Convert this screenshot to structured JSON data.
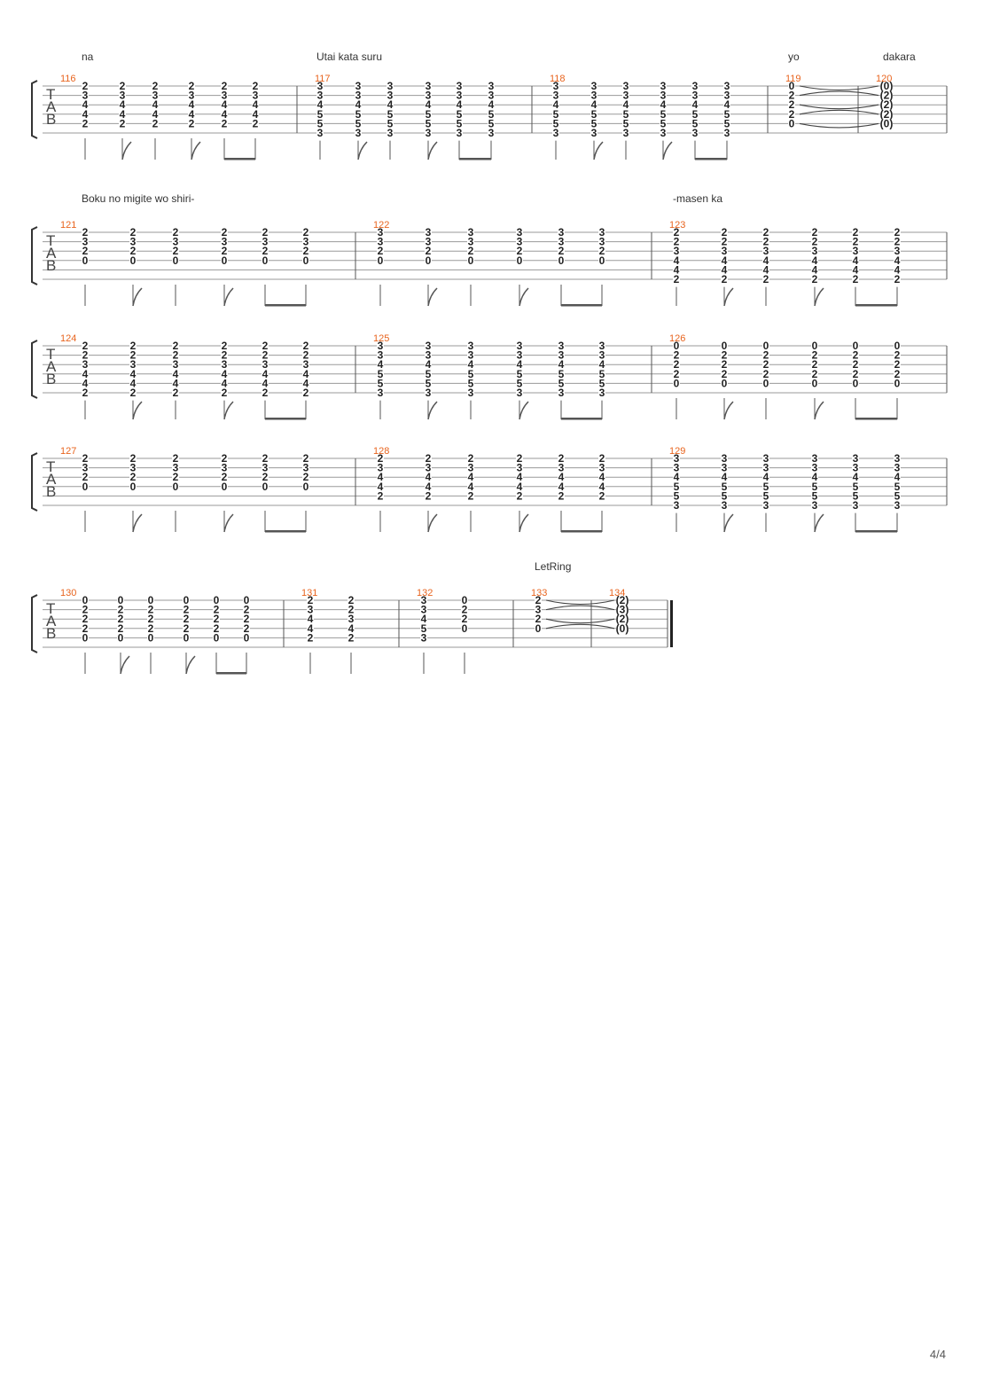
{
  "page": {
    "number": "4/4"
  },
  "clef_letters": [
    "T",
    "A",
    "B"
  ],
  "colors": {
    "measure_number": "#e8641e",
    "staff_line": "#9a9a9a",
    "fret": "#222222",
    "lyric": "#333333"
  },
  "systems": [
    {
      "lyrics": [
        {
          "text": "na",
          "at_measure": 0,
          "at_beat": 0
        },
        {
          "text": "Utai kata suru",
          "at_measure": 1,
          "at_beat": 0
        },
        {
          "text": "yo",
          "at_measure": 3,
          "at_beat": 0
        },
        {
          "text": "dakara",
          "at_measure": 4,
          "at_beat": 0
        }
      ],
      "measures": [
        {
          "number": "116",
          "beats": [
            [
              "2",
              "3",
              "4",
              "4",
              "2",
              ""
            ],
            [
              "2",
              "3",
              "4",
              "4",
              "2",
              ""
            ],
            [
              "2",
              "3",
              "4",
              "4",
              "2",
              ""
            ],
            [
              "2",
              "3",
              "4",
              "4",
              "2",
              ""
            ],
            [
              "2",
              "3",
              "4",
              "4",
              "2",
              ""
            ],
            [
              "2",
              "3",
              "4",
              "4",
              "2",
              ""
            ]
          ],
          "rhythm": "std"
        },
        {
          "number": "117",
          "beats": [
            [
              "3",
              "3",
              "4",
              "5",
              "5",
              "3"
            ],
            [
              "3",
              "3",
              "4",
              "5",
              "5",
              "3"
            ],
            [
              "3",
              "3",
              "4",
              "5",
              "5",
              "3"
            ],
            [
              "3",
              "3",
              "4",
              "5",
              "5",
              "3"
            ],
            [
              "3",
              "3",
              "4",
              "5",
              "5",
              "3"
            ],
            [
              "3",
              "3",
              "4",
              "5",
              "5",
              "3"
            ]
          ],
          "rhythm": "std"
        },
        {
          "number": "118",
          "beats": [
            [
              "3",
              "3",
              "4",
              "5",
              "5",
              "3"
            ],
            [
              "3",
              "3",
              "4",
              "5",
              "5",
              "3"
            ],
            [
              "3",
              "3",
              "4",
              "5",
              "5",
              "3"
            ],
            [
              "3",
              "3",
              "4",
              "5",
              "5",
              "3"
            ],
            [
              "3",
              "3",
              "4",
              "5",
              "5",
              "3"
            ],
            [
              "3",
              "3",
              "4",
              "5",
              "5",
              "3"
            ]
          ],
          "rhythm": "std"
        },
        {
          "number": "119",
          "beats": [
            [
              "0",
              "2",
              "2",
              "2",
              "0",
              ""
            ]
          ],
          "rhythm": "none",
          "tie_out": true
        },
        {
          "number": "120",
          "beats": [
            [
              "(0)",
              "(2)",
              "(2)",
              "(2)",
              "(0)",
              ""
            ]
          ],
          "rhythm": "none"
        }
      ]
    },
    {
      "lyrics": [
        {
          "text": "Boku no migite wo shiri-",
          "at_measure": 0,
          "at_beat": 0
        },
        {
          "text": "-masen ka",
          "at_measure": 2,
          "at_beat": 0
        }
      ],
      "measures": [
        {
          "number": "121",
          "beats": [
            [
              "2",
              "3",
              "2",
              "0",
              "",
              ""
            ],
            [
              "2",
              "3",
              "2",
              "0",
              "",
              ""
            ],
            [
              "2",
              "3",
              "2",
              "0",
              "",
              ""
            ],
            [
              "2",
              "3",
              "2",
              "0",
              "",
              ""
            ],
            [
              "2",
              "3",
              "2",
              "0",
              "",
              ""
            ],
            [
              "2",
              "3",
              "2",
              "0",
              "",
              ""
            ]
          ],
          "rhythm": "std"
        },
        {
          "number": "122",
          "beats": [
            [
              "3",
              "3",
              "2",
              "0",
              "",
              ""
            ],
            [
              "3",
              "3",
              "2",
              "0",
              "",
              ""
            ],
            [
              "3",
              "3",
              "2",
              "0",
              "",
              ""
            ],
            [
              "3",
              "3",
              "2",
              "0",
              "",
              ""
            ],
            [
              "3",
              "3",
              "2",
              "0",
              "",
              ""
            ],
            [
              "3",
              "3",
              "2",
              "0",
              "",
              ""
            ]
          ],
          "rhythm": "std"
        },
        {
          "number": "123",
          "beats": [
            [
              "2",
              "2",
              "3",
              "4",
              "4",
              "2"
            ],
            [
              "2",
              "2",
              "3",
              "4",
              "4",
              "2"
            ],
            [
              "2",
              "2",
              "3",
              "4",
              "4",
              "2"
            ],
            [
              "2",
              "2",
              "3",
              "4",
              "4",
              "2"
            ],
            [
              "2",
              "2",
              "3",
              "4",
              "4",
              "2"
            ],
            [
              "2",
              "2",
              "3",
              "4",
              "4",
              "2"
            ]
          ],
          "rhythm": "std"
        }
      ]
    },
    {
      "lyrics": [],
      "measures": [
        {
          "number": "124",
          "beats": [
            [
              "2",
              "2",
              "3",
              "4",
              "4",
              "2"
            ],
            [
              "2",
              "2",
              "3",
              "4",
              "4",
              "2"
            ],
            [
              "2",
              "2",
              "3",
              "4",
              "4",
              "2"
            ],
            [
              "2",
              "2",
              "3",
              "4",
              "4",
              "2"
            ],
            [
              "2",
              "2",
              "3",
              "4",
              "4",
              "2"
            ],
            [
              "2",
              "2",
              "3",
              "4",
              "4",
              "2"
            ]
          ],
          "rhythm": "std"
        },
        {
          "number": "125",
          "beats": [
            [
              "3",
              "3",
              "4",
              "5",
              "5",
              "3"
            ],
            [
              "3",
              "3",
              "4",
              "5",
              "5",
              "3"
            ],
            [
              "3",
              "3",
              "4",
              "5",
              "5",
              "3"
            ],
            [
              "3",
              "3",
              "4",
              "5",
              "5",
              "3"
            ],
            [
              "3",
              "3",
              "4",
              "5",
              "5",
              "3"
            ],
            [
              "3",
              "3",
              "4",
              "5",
              "5",
              "3"
            ]
          ],
          "rhythm": "std"
        },
        {
          "number": "126",
          "beats": [
            [
              "0",
              "2",
              "2",
              "2",
              "0",
              ""
            ],
            [
              "0",
              "2",
              "2",
              "2",
              "0",
              ""
            ],
            [
              "0",
              "2",
              "2",
              "2",
              "0",
              ""
            ],
            [
              "0",
              "2",
              "2",
              "2",
              "0",
              ""
            ],
            [
              "0",
              "2",
              "2",
              "2",
              "0",
              ""
            ],
            [
              "0",
              "2",
              "2",
              "2",
              "0",
              ""
            ]
          ],
          "rhythm": "std"
        }
      ]
    },
    {
      "lyrics": [],
      "measures": [
        {
          "number": "127",
          "beats": [
            [
              "2",
              "3",
              "2",
              "0",
              "",
              ""
            ],
            [
              "2",
              "3",
              "2",
              "0",
              "",
              ""
            ],
            [
              "2",
              "3",
              "2",
              "0",
              "",
              ""
            ],
            [
              "2",
              "3",
              "2",
              "0",
              "",
              ""
            ],
            [
              "2",
              "3",
              "2",
              "0",
              "",
              ""
            ],
            [
              "2",
              "3",
              "2",
              "0",
              "",
              ""
            ]
          ],
          "rhythm": "std"
        },
        {
          "number": "128",
          "beats": [
            [
              "2",
              "3",
              "4",
              "4",
              "2",
              ""
            ],
            [
              "2",
              "3",
              "4",
              "4",
              "2",
              ""
            ],
            [
              "2",
              "3",
              "4",
              "4",
              "2",
              ""
            ],
            [
              "2",
              "3",
              "4",
              "4",
              "2",
              ""
            ],
            [
              "2",
              "3",
              "4",
              "4",
              "2",
              ""
            ],
            [
              "2",
              "3",
              "4",
              "4",
              "2",
              ""
            ]
          ],
          "rhythm": "std"
        },
        {
          "number": "129",
          "beats": [
            [
              "3",
              "3",
              "4",
              "5",
              "5",
              "3"
            ],
            [
              "3",
              "3",
              "4",
              "5",
              "5",
              "3"
            ],
            [
              "3",
              "3",
              "4",
              "5",
              "5",
              "3"
            ],
            [
              "3",
              "3",
              "4",
              "5",
              "5",
              "3"
            ],
            [
              "3",
              "3",
              "4",
              "5",
              "5",
              "3"
            ],
            [
              "3",
              "3",
              "4",
              "5",
              "5",
              "3"
            ]
          ],
          "rhythm": "std"
        }
      ]
    },
    {
      "lyrics": [
        {
          "text": "LetRing",
          "at_measure": 3,
          "at_beat": 0
        }
      ],
      "measures": [
        {
          "number": "130",
          "beats": [
            [
              "0",
              "2",
              "2",
              "2",
              "0",
              ""
            ],
            [
              "0",
              "2",
              "2",
              "2",
              "0",
              ""
            ],
            [
              "0",
              "2",
              "2",
              "2",
              "0",
              ""
            ],
            [
              "0",
              "2",
              "2",
              "2",
              "0",
              ""
            ],
            [
              "0",
              "2",
              "2",
              "2",
              "0",
              ""
            ],
            [
              "0",
              "2",
              "2",
              "2",
              "0",
              ""
            ]
          ],
          "rhythm": "std"
        },
        {
          "number": "131",
          "beats": [
            [
              "2",
              "3",
              "4",
              "4",
              "2",
              ""
            ],
            [
              "2",
              "2",
              "3",
              "4",
              "2",
              ""
            ]
          ],
          "rhythm": "halves"
        },
        {
          "number": "132",
          "beats": [
            [
              "3",
              "3",
              "4",
              "5",
              "3",
              ""
            ],
            [
              "0",
              "2",
              "2",
              "0",
              "",
              ""
            ]
          ],
          "rhythm": "halves2"
        },
        {
          "number": "133",
          "beats": [
            [
              "2",
              "3",
              "2",
              "0",
              "",
              ""
            ]
          ],
          "rhythm": "none",
          "tie_out": true
        },
        {
          "number": "134",
          "beats": [
            [
              "(2)",
              "(3)",
              "(2)",
              "(0)",
              "",
              ""
            ]
          ],
          "rhythm": "none",
          "final": true
        }
      ]
    }
  ]
}
